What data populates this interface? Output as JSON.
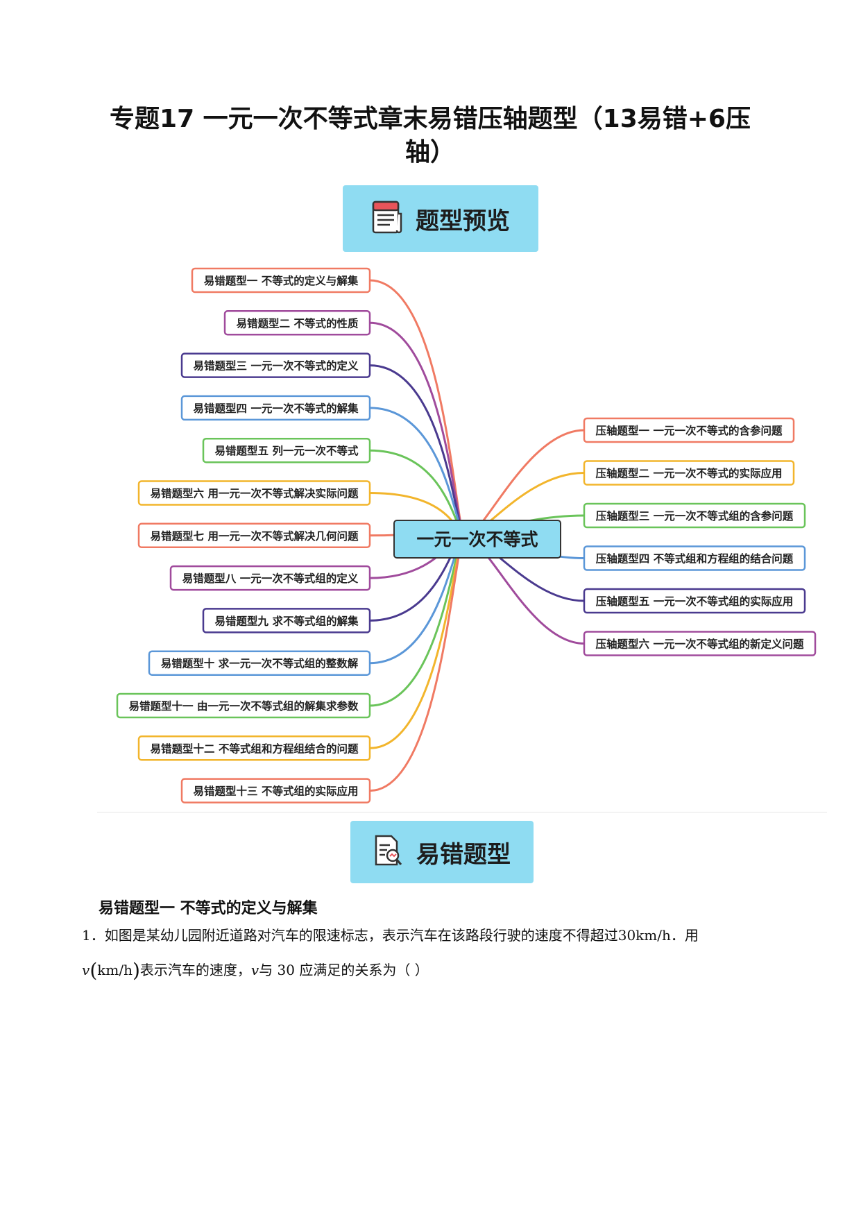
{
  "title": {
    "line1": "专题17 一元一次不等式章末易错压轴题型（13易错+6压",
    "line2": "轴）"
  },
  "banner_overview": {
    "label": "题型预览",
    "icon": "newspaper-icon"
  },
  "banner_errors": {
    "label": "易错题型",
    "icon": "document-search-icon"
  },
  "mindmap": {
    "center": "一元一次不等式",
    "left": [
      {
        "label": "易错题型一 不等式的定义与解集",
        "color": "#f07a63"
      },
      {
        "label": "易错题型二 不等式的性质",
        "color": "#a04b9c"
      },
      {
        "label": "易错题型三 一元一次不等式的定义",
        "color": "#4a3a8f"
      },
      {
        "label": "易错题型四 一元一次不等式的解集",
        "color": "#5b97d8"
      },
      {
        "label": "易错题型五 列一元一次不等式",
        "color": "#6ac45a"
      },
      {
        "label": "易错题型六 用一元一次不等式解决实际问题",
        "color": "#f2b52c"
      },
      {
        "label": "易错题型七 用一元一次不等式解决几何问题",
        "color": "#f07a63"
      },
      {
        "label": "易错题型八 一元一次不等式组的定义",
        "color": "#a04b9c"
      },
      {
        "label": "易错题型九 求不等式组的解集",
        "color": "#4a3a8f"
      },
      {
        "label": "易错题型十 求一元一次不等式组的整数解",
        "color": "#5b97d8"
      },
      {
        "label": "易错题型十一 由一元一次不等式组的解集求参数",
        "color": "#6ac45a"
      },
      {
        "label": "易错题型十二 不等式组和方程组结合的问题",
        "color": "#f2b52c"
      },
      {
        "label": "易错题型十三 不等式组的实际应用",
        "color": "#f07a63"
      }
    ],
    "right": [
      {
        "label": "压轴题型一 一元一次不等式的含参问题",
        "color": "#f07a63"
      },
      {
        "label": "压轴题型二 一元一次不等式的实际应用",
        "color": "#f2b52c"
      },
      {
        "label": "压轴题型三 一元一次不等式组的含参问题",
        "color": "#6ac45a"
      },
      {
        "label": "压轴题型四 不等式组和方程组的结合问题",
        "color": "#5b97d8"
      },
      {
        "label": "压轴题型五 一元一次不等式组的实际应用",
        "color": "#4a3a8f"
      },
      {
        "label": "压轴题型六 一元一次不等式组的新定义问题",
        "color": "#a04b9c"
      }
    ]
  },
  "section": {
    "heading": "易错题型一  不等式的定义与解集"
  },
  "question1": {
    "number": "1．",
    "text_a": "如图是某幼儿园附近道路对汽车的限速标志，表示汽车在该路段行驶的速度不得超过",
    "speed": "30km/h",
    "text_b": "．用",
    "var": "v",
    "unit": "km/h",
    "text_c": "表示汽车的速度，",
    "var2": "v",
    "text_d": "与 30 应满足的关系为（    ）"
  }
}
